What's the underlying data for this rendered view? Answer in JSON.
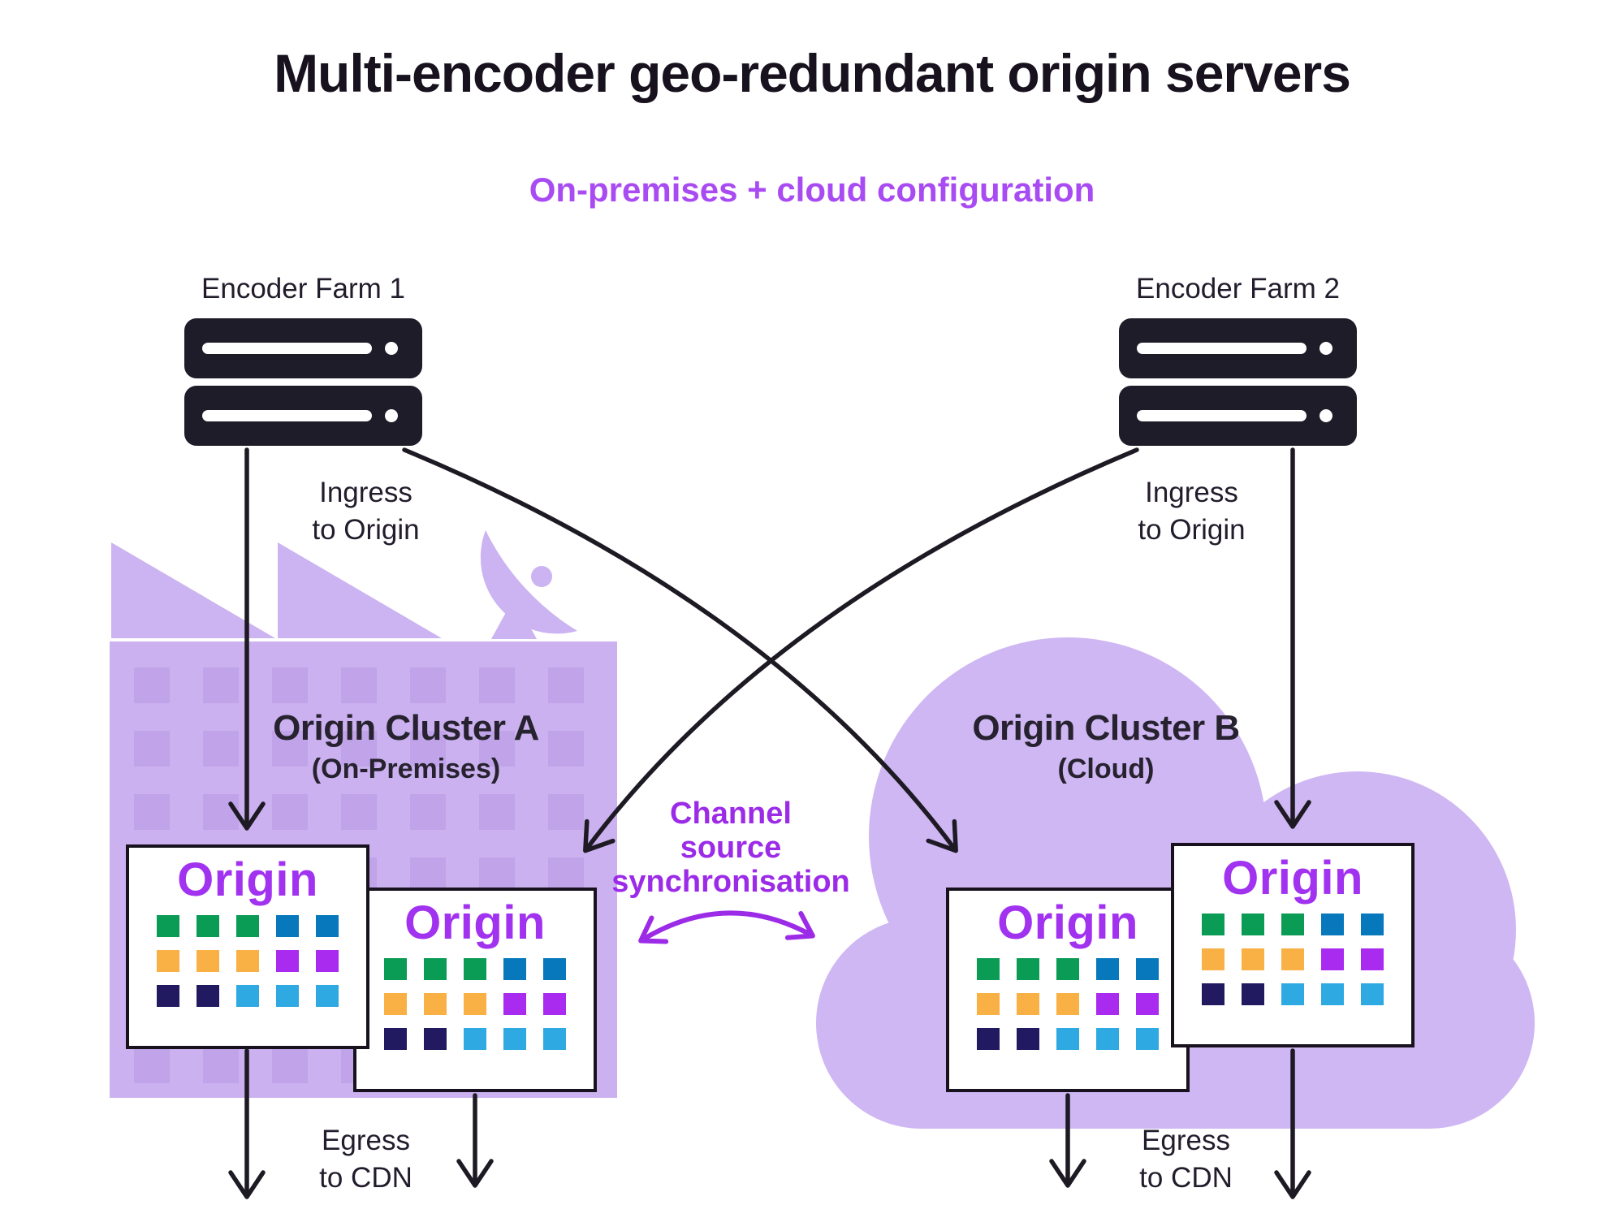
{
  "title": "Multi-encoder geo-redundant origin servers",
  "subtitle": "On-premises + cloud configuration",
  "encoder_farms": [
    {
      "label": "Encoder Farm 1"
    },
    {
      "label": "Encoder Farm 2"
    }
  ],
  "flows": {
    "ingress_left": {
      "line1": "Ingress",
      "line2": "to Origin"
    },
    "ingress_right": {
      "line1": "Ingress",
      "line2": "to Origin"
    },
    "egress_left": {
      "line1": "Egress",
      "line2": "to CDN"
    },
    "egress_right": {
      "line1": "Egress",
      "line2": "to CDN"
    },
    "sync": {
      "line1": "Channel",
      "line2": "source",
      "line3": "synchronisation"
    }
  },
  "clusters": [
    {
      "name": "Origin Cluster A",
      "subtitle": "(On-Premises)",
      "environment": "on-premises"
    },
    {
      "name": "Origin Cluster B",
      "subtitle": "(Cloud)",
      "environment": "cloud"
    }
  ],
  "origin_boxes": [
    {
      "label": "Origin"
    },
    {
      "label": "Origin"
    },
    {
      "label": "Origin"
    },
    {
      "label": "Origin"
    }
  ],
  "origin_grid": {
    "rows": [
      [
        "green",
        "green",
        "green",
        "blue",
        "blue"
      ],
      [
        "orange",
        "orange",
        "orange",
        "violet",
        "violet"
      ],
      [
        "navy",
        "navy",
        "sky",
        "sky",
        "sky"
      ]
    ]
  },
  "colors": {
    "ink": "#18121f",
    "accent_purple": "#a132f0",
    "subtitle_purple": "#a84bf2",
    "sync_purple": "#9c2be8",
    "light_purple": "#cfb7f3",
    "building_purple": "#cbb1ef",
    "window_purple": "#c0a3e8",
    "server_dark": "#1d1c28",
    "arrow_black": "#1e1a24",
    "green": "#0a9b55",
    "blue": "#0678bb",
    "orange": "#f9b045",
    "violet": "#a92bf0",
    "navy": "#211a60",
    "sky": "#2fa9e1"
  }
}
